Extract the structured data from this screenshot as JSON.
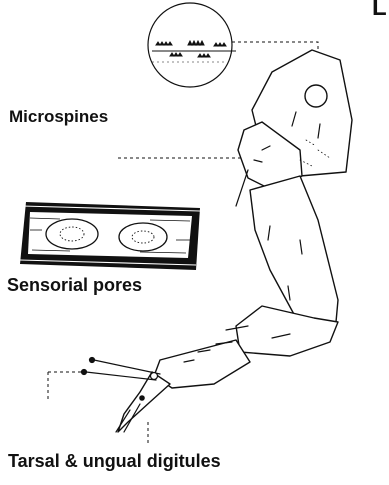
{
  "figure": {
    "panel_letter": "L",
    "labels": {
      "microspines": "Microspines",
      "sensorial_pores": "Sensorial pores",
      "tarsal_digitules": "Tarsal & ungual digitules"
    }
  },
  "colors": {
    "ink": "#111111",
    "background": "#ffffff"
  }
}
